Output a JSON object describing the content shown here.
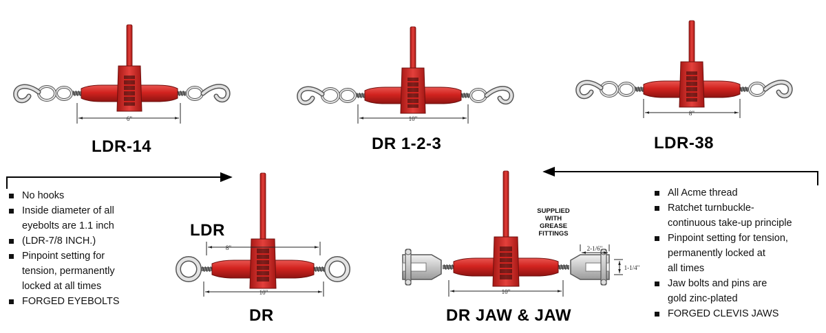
{
  "products": {
    "ldr14": {
      "label": "LDR-14",
      "dimension": "6\""
    },
    "dr123": {
      "label": "DR 1-2-3",
      "dimension": "10\""
    },
    "ldr38": {
      "label": "LDR-38",
      "dimension": "8\""
    },
    "ldr": {
      "label": "LDR",
      "dimension": "8\""
    },
    "dr": {
      "label": "DR",
      "dimension": "10\""
    },
    "jaw": {
      "label": "DR JAW & JAW",
      "dimension": "10\"",
      "jaw_length": "2-1/6\"",
      "jaw_opening": "1-1/4\"",
      "callout": [
        "SUPPLIED",
        "WITH",
        "GREASE",
        "FITTINGS"
      ]
    }
  },
  "features_left": [
    "No hooks",
    "Inside diameter of all",
    "eyebolts are 1.1 inch",
    "(LDR-7/8 INCH.)",
    "Pinpoint setting for",
    "tension, permanently",
    "locked at all times",
    "FORGED EYEBOLTS"
  ],
  "features_right": [
    "All Acme thread",
    "Ratchet turnbuckle-",
    "continuous take-up principle",
    "Pinpoint setting for tension,",
    "permanently locked at",
    "all times",
    "Jaw bolts and pins are",
    "gold zinc-plated",
    "FORGED CLEVIS JAWS"
  ],
  "colors": {
    "binder_red": "#d2231f",
    "binder_dark": "#8e1412",
    "steel": "#d9d9d9"
  }
}
